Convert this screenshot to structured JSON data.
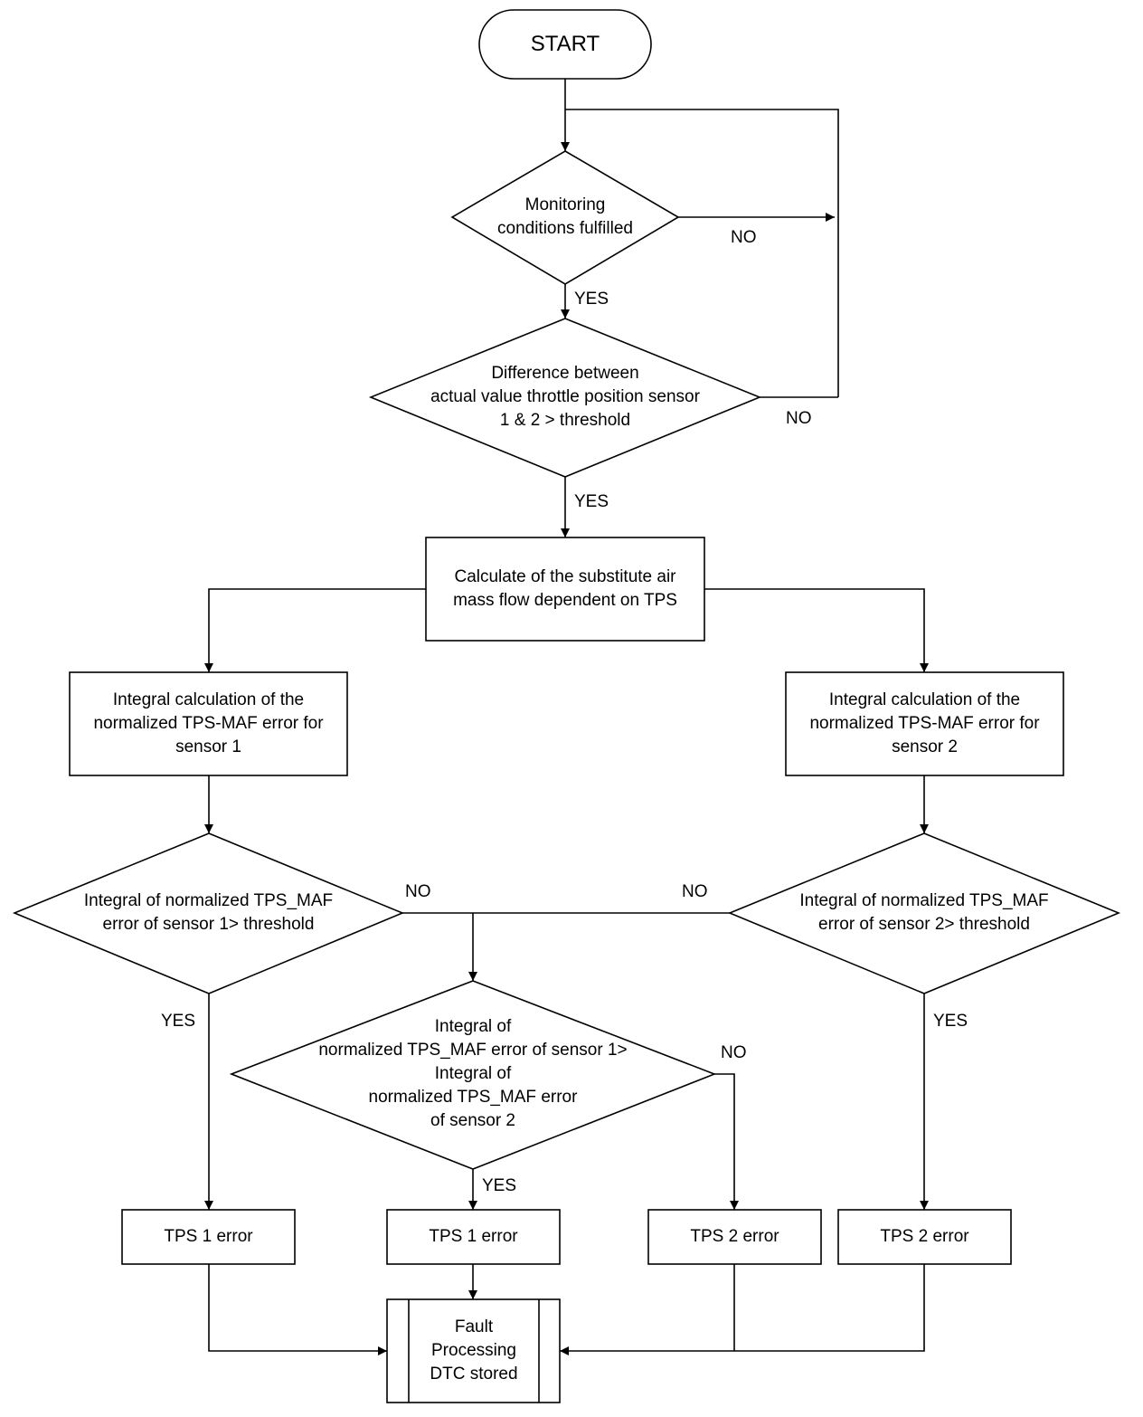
{
  "nodes": {
    "start": "START",
    "check_conditions": [
      "Monitoring",
      "conditions fulfilled"
    ],
    "check_difference": [
      "Difference between",
      "actual value throttle position sensor",
      "1 & 2 > threshold"
    ],
    "calc_substitute": [
      "Calculate of the substitute air",
      "mass flow dependent on TPS"
    ],
    "integral_s1": [
      "Integral calculation of the",
      "normalized TPS-MAF error for",
      "sensor 1"
    ],
    "integral_s2": [
      "Integral calculation of the",
      "normalized TPS-MAF error for",
      "sensor 2"
    ],
    "check_s1": [
      "Integral of normalized TPS_MAF",
      "error of sensor 1> threshold"
    ],
    "check_s2": [
      "Integral of normalized TPS_MAF",
      "error of sensor 2> threshold"
    ],
    "compare": [
      "Integral of",
      "normalized TPS_MAF error of sensor 1>",
      "Integral of",
      "normalized TPS_MAF error",
      "of sensor 2"
    ],
    "tps1_error_a": "TPS 1 error",
    "tps1_error_b": "TPS 1 error",
    "tps2_error_a": "TPS 2 error",
    "tps2_error_b": "TPS 2 error",
    "fault": [
      "Fault",
      "Processing",
      "DTC stored"
    ]
  },
  "edge_labels": {
    "cond_no": "NO",
    "cond_yes": "YES",
    "diff_no": "NO",
    "diff_yes": "YES",
    "s1_no": "NO",
    "s1_yes": "YES",
    "s2_no": "NO",
    "s2_yes": "YES",
    "cmp_no": "NO",
    "cmp_yes": "YES"
  }
}
